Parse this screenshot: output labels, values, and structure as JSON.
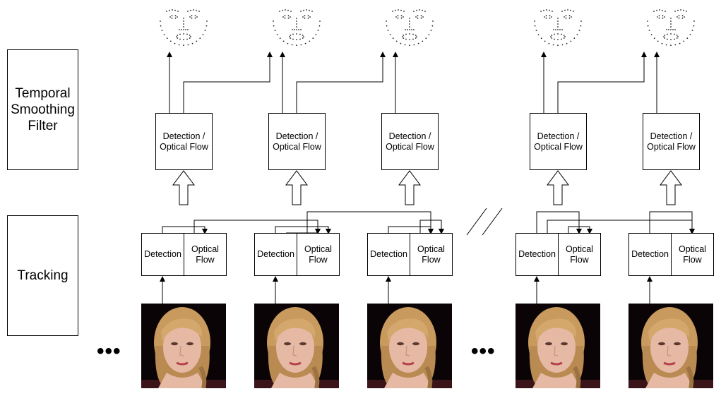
{
  "stages": {
    "smoothing": "Temporal\nSmoothing\nFilter",
    "tracking": "Tracking"
  },
  "process_box": {
    "line1": "Detection /",
    "line2": "Optical Flow"
  },
  "tracking_box": {
    "detection": "Detection",
    "flow_line1": "Optical",
    "flow_line2": "Flow"
  },
  "ellipsis": "•••",
  "frame_count": 5,
  "colors": {
    "line": "#000000",
    "background": "#ffffff",
    "frame_bg": "#0b0406",
    "hair": "#c89a5e",
    "skin": "#e6b9a4"
  }
}
